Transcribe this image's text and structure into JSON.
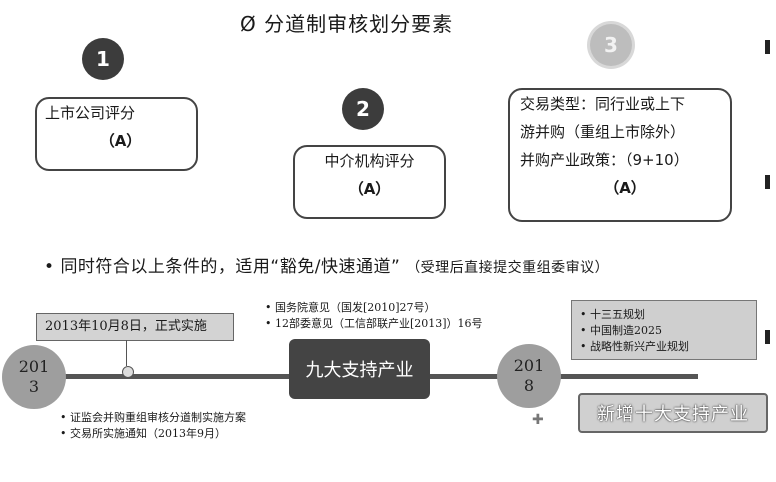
{
  "title": "Ø  分道制审核划分要素",
  "factors": [
    {
      "num": "1",
      "lines": [
        "上市公司评分"
      ],
      "grade": "（A）"
    },
    {
      "num": "2",
      "lines": [
        "中介机构评分"
      ],
      "grade": "（A）"
    },
    {
      "num": "3",
      "lines": [
        "交易类型：同行业或上下",
        "游并购（重组上市除外）",
        "并购产业政策：（9+10）"
      ],
      "grade": "（A）"
    }
  ],
  "condition": {
    "bullet": "•",
    "main": "同时符合以上条件的，适用“豁免/快速通道”",
    "note": "（受理后直接提交重组委审议）"
  },
  "timeline": {
    "start_year": [
      "201",
      "3"
    ],
    "end_year": [
      "201",
      "8"
    ],
    "date_label": "2013年10月8日，正式实施",
    "center_label": "九大支持产业",
    "policy_refs": [
      "•  国务院意见（国发[2010]27号）",
      "•  12部委意见（工信部联产业[2013]）16号"
    ],
    "plans": [
      "•  十三五规划",
      "•  中国制造2025",
      "•  战略性新兴产业规划"
    ],
    "bottom_notes": [
      "•  证监会并购重组审核分道制实施方案",
      "•  交易所实施通知（2013年9月）"
    ],
    "new_label": "新增十大支持产业",
    "cross_symbol": "✚"
  }
}
